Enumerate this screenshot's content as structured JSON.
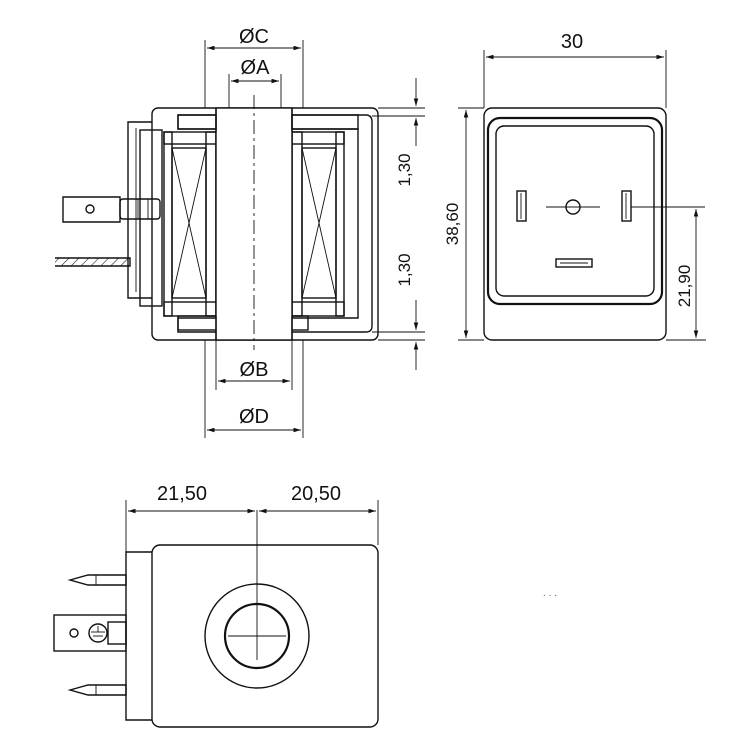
{
  "drawing": {
    "labels": {
      "dia_c": "ØC",
      "dia_a": "ØA",
      "dia_b": "ØB",
      "dia_d": "ØD",
      "gap_top": "1,30",
      "gap_bottom": "1,30",
      "width": "30",
      "height": "38,60",
      "pin_offset": "21,90",
      "left_len": "21,50",
      "right_len": "20,50",
      "note": ". . ."
    },
    "colors": {
      "line": "#111111",
      "background": "#ffffff"
    }
  }
}
